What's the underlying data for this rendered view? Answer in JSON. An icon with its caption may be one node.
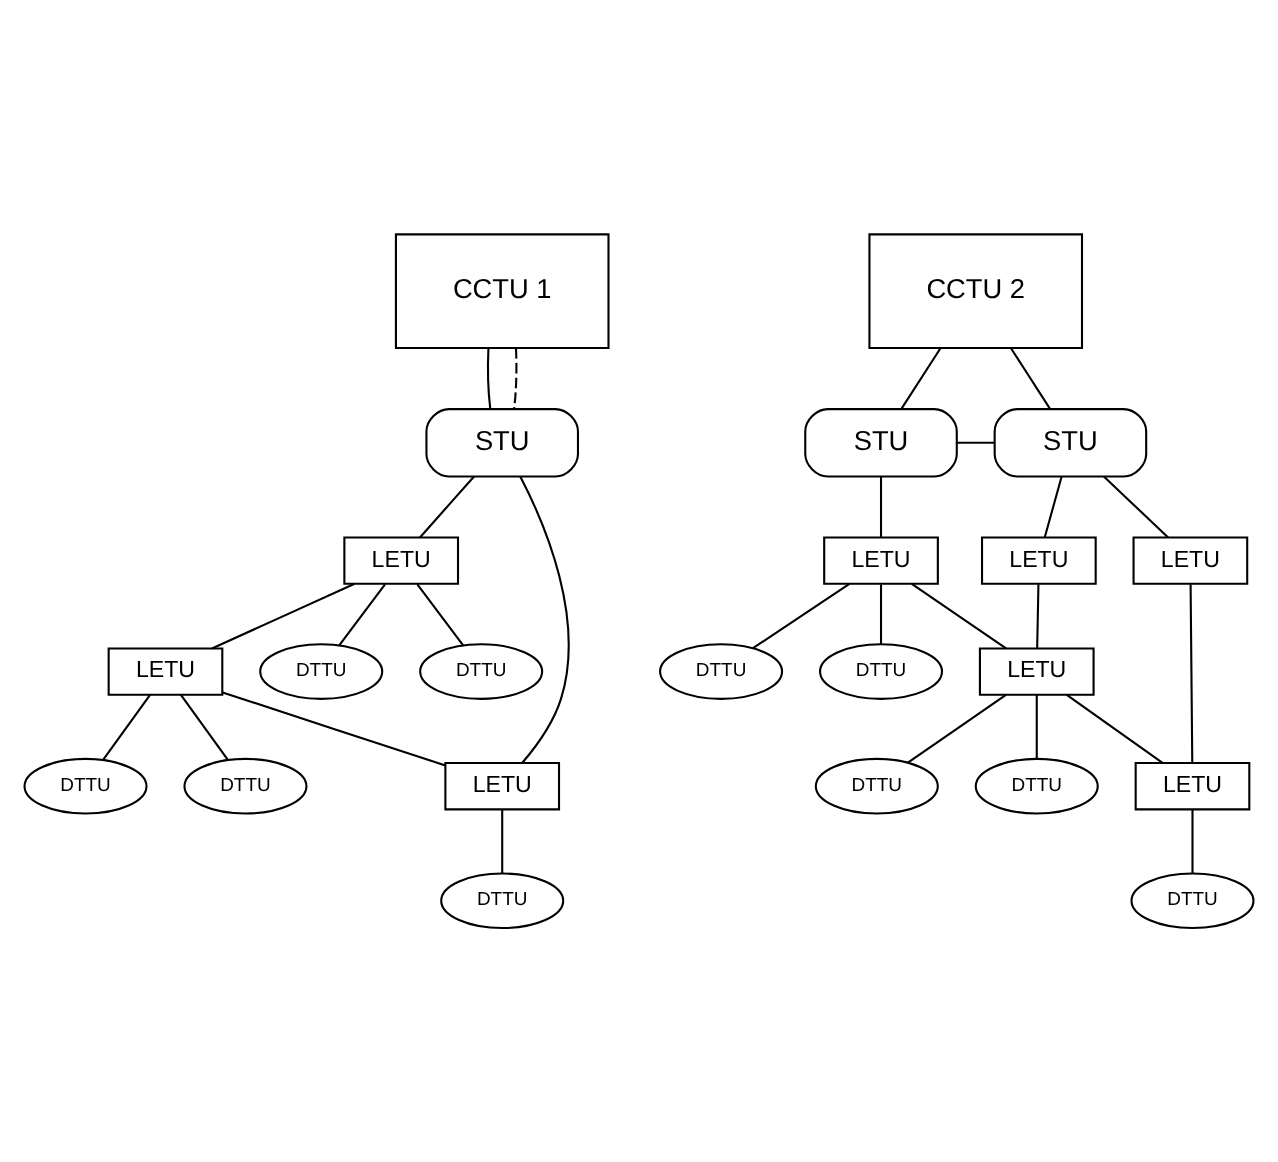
{
  "diagram": {
    "nodes": [
      {
        "text": [
          "CCTU 1"
        ]
      },
      {
        "text": [
          "STU"
        ]
      },
      {
        "text": [
          "LETU"
        ]
      },
      {
        "text": [
          "LETU"
        ]
      },
      {
        "text": [
          "LETU"
        ]
      },
      {
        "text": [
          "DTTU"
        ]
      },
      {
        "text": [
          "DTTU"
        ]
      },
      {
        "text": [
          "DTTU"
        ]
      },
      {
        "text": [
          "DTTU"
        ]
      },
      {
        "text": [
          "DTTU"
        ]
      },
      {
        "text": [
          "CCTU 2"
        ]
      },
      {
        "text": [
          "STU"
        ]
      },
      {
        "text": [
          "STU"
        ]
      },
      {
        "text": [
          "LETU"
        ]
      },
      {
        "text": [
          "LETU"
        ]
      },
      {
        "text": [
          "LETU"
        ]
      },
      {
        "text": [
          "LETU"
        ]
      },
      {
        "text": [
          "LETU"
        ]
      },
      {
        "text": [
          "DTTU"
        ]
      },
      {
        "text": [
          "DTTU"
        ]
      },
      {
        "text": [
          "DTTU"
        ]
      },
      {
        "text": [
          "DTTU"
        ]
      },
      {
        "text": [
          "DTTU"
        ]
      }
    ],
    "edges": [
      {
        "from": 0,
        "to": 1,
        "arrow": "none"
      },
      {
        "from": 0,
        "to": 1,
        "arrow": "none",
        "style": "dashed"
      },
      {
        "from": 1,
        "to": 2,
        "arrow": "none"
      },
      {
        "from": 1,
        "to": 4,
        "arrow": "none"
      },
      {
        "from": 2,
        "to": 3,
        "arrow": "none"
      },
      {
        "from": 3,
        "to": 4,
        "arrow": "none"
      },
      {
        "from": 2,
        "to": 5,
        "arrow": "none"
      },
      {
        "from": 2,
        "to": 6,
        "arrow": "none"
      },
      {
        "from": 3,
        "to": 7,
        "arrow": "none"
      },
      {
        "from": 3,
        "to": 8,
        "arrow": "none"
      },
      {
        "from": 4,
        "to": 9,
        "arrow": "none"
      },
      {
        "from": 10,
        "to": 11,
        "arrow": "none"
      },
      {
        "from": 10,
        "to": 12,
        "arrow": "none"
      },
      {
        "from": 11,
        "to": 12,
        "arrow": "none"
      },
      {
        "from": 11,
        "to": 13,
        "arrow": "none"
      },
      {
        "from": 12,
        "to": 14,
        "arrow": "none"
      },
      {
        "from": 12,
        "to": 15,
        "arrow": "none"
      },
      {
        "from": 13,
        "to": 16,
        "arrow": "none"
      },
      {
        "from": 14,
        "to": 16,
        "arrow": "none"
      },
      {
        "from": 16,
        "to": 17,
        "arrow": "none"
      },
      {
        "from": 15,
        "to": 17,
        "arrow": "none"
      },
      {
        "from": 13,
        "to": 18,
        "arrow": "none"
      },
      {
        "from": 13,
        "to": 19,
        "arrow": "none"
      },
      {
        "from": 16,
        "to": 20,
        "arrow": "none"
      },
      {
        "from": 16,
        "to": 21,
        "arrow": "none"
      },
      {
        "from": 17,
        "to": 22,
        "arrow": "none"
      }
    ]
  }
}
